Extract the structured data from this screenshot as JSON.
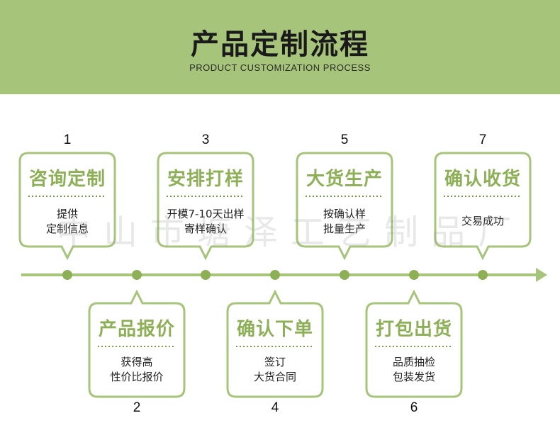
{
  "header": {
    "title": "产品定制流程",
    "subtitle": "PRODUCT CUSTOMIZATION PROCESS"
  },
  "steps": [
    {
      "number": "1",
      "title": "咨询定制",
      "desc_lines": [
        "提供",
        "定制信息"
      ]
    },
    {
      "number": "2",
      "title": "产品报价",
      "desc_lines": [
        "获得高",
        "性价比报价"
      ]
    },
    {
      "number": "3",
      "title": "安排打样",
      "desc_lines": [
        "开模7-10天出样",
        "寄样确认"
      ]
    },
    {
      "number": "4",
      "title": "确认下单",
      "desc_lines": [
        "签订",
        "大货合同"
      ]
    },
    {
      "number": "5",
      "title": "大货生产",
      "desc_lines": [
        "按确认样",
        "批量生产"
      ]
    },
    {
      "number": "6",
      "title": "打包出货",
      "desc_lines": [
        "品质抽检",
        "包装发货"
      ]
    },
    {
      "number": "7",
      "title": "确认收货",
      "desc_lines": [
        "交易成功"
      ]
    }
  ],
  "watermark": "中山市塘泽工艺制品厂",
  "colors": {
    "accent": "#8db057",
    "header_bg": "#a7c47b",
    "card_border": "#a7c47b"
  }
}
